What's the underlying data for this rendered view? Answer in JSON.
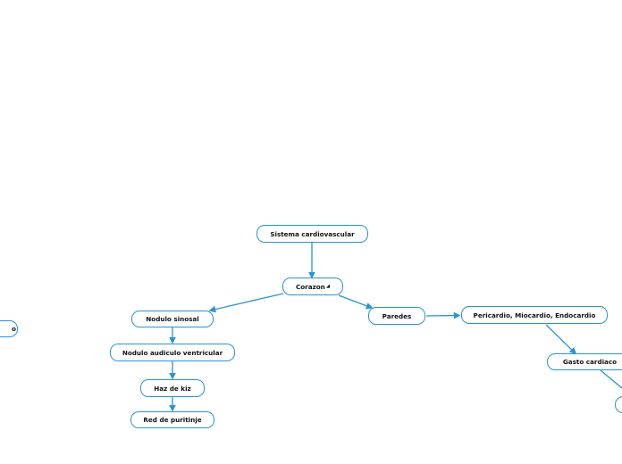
{
  "colors": {
    "connector": "#2a93d5",
    "node_border": "#2a93d5",
    "text": "#111111",
    "background": "#ffffff"
  },
  "nodes": {
    "sistema": {
      "label": "Sistema cardiovascular"
    },
    "corazon": {
      "label": "Corazon",
      "marker_icon": "triangle-marker-icon"
    },
    "nodulo_sinosal": {
      "label": "Nodulo sinosal"
    },
    "nodulo_auriculo": {
      "label": "Nodulo audiculo ventricular"
    },
    "haz": {
      "label": "Haz de kiz"
    },
    "red": {
      "label": "Red de puritinje"
    },
    "paredes": {
      "label": "Paredes"
    },
    "capas": {
      "label": "Pericardio, Miocardio, Endocardio"
    },
    "gasto": {
      "label": "Gasto cardiaco"
    },
    "left_partial": {
      "label": "o"
    },
    "right_partial": {
      "label": ""
    }
  }
}
